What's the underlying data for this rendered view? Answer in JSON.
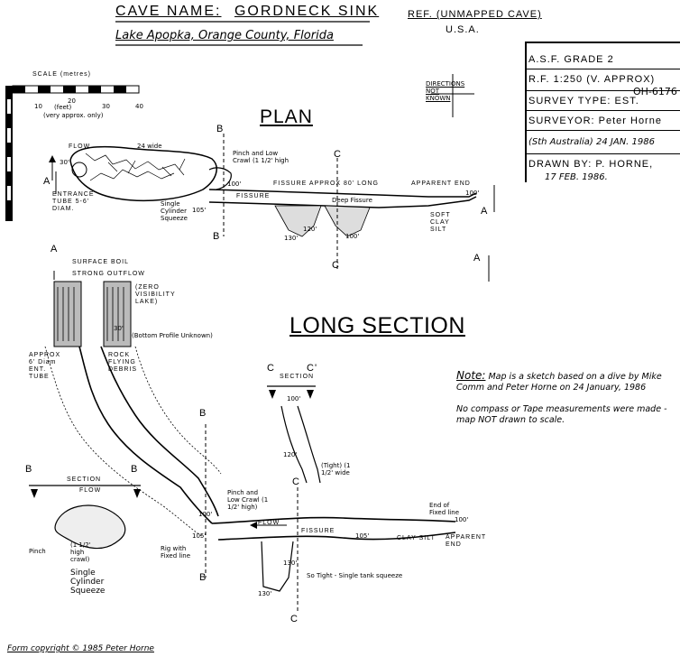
{
  "header": {
    "cave_name_label": "CAVE NAME:",
    "cave_name": "GORDNECK SINK",
    "location": "Lake Apopka, Orange County, Florida",
    "ref": "REF. (UNMAPPED CAVE)",
    "country": "U.S.A."
  },
  "info": {
    "asf_grade": "A.S.F. GRADE 2",
    "rf": "R.F. 1:250 (V. APPROX)",
    "code": "OH-6176",
    "survey_type": "SURVEY TYPE: EST.",
    "surveyor": "SURVEYOR: Peter Horne",
    "surveyor_region": "(Sth Australia) 24 JAN. 1986",
    "drawn_by": "DRAWN BY: P. HORNE,",
    "drawn_date": "17 FEB. 1986."
  },
  "scale": {
    "label": "SCALE (metres)",
    "feet": "(feet)",
    "approx": "(very approx. only)",
    "ticks": [
      "10",
      "20",
      "30",
      "40"
    ]
  },
  "directions": "DIRECTIONS NOT KNOWN",
  "plan": {
    "title": "PLAN",
    "flow": "FLOW",
    "width": "24 wide",
    "entrance": "ENTRANCE TUBE 5-6' DIAM.",
    "pinch": "Pinch and Low Crawl (1 1/2' high",
    "fissure": "FISSURE APPROX 80' LONG",
    "apparent_end": "APPARENT END",
    "single_cyl": "Single Cylinder Squeeze",
    "fissure2": "FISSURE",
    "deep": "Deep Fissure",
    "soft_clay": "SOFT CLAY SILT",
    "depths": [
      "30'",
      "100'",
      "105'",
      "100'",
      "130'",
      "120'",
      "100'"
    ],
    "markers": [
      "A",
      "B",
      "C",
      "A",
      "B",
      "C",
      "A"
    ]
  },
  "long": {
    "title": "LONG SECTION",
    "surface_boil": "SURFACE BOIL",
    "strong_outflow": "STRONG OUTFLOW",
    "zero_vis": "(ZERO VISIBILITY LAKE)",
    "bottom": "(Bottom Profile Unknown)",
    "approx_ent": "APPROX 6' Diam ENT. TUBE",
    "rocks": "ROCK FLYING DEBRIS",
    "section_bb": "SECTION",
    "flow_bb": "FLOW",
    "pinch_bb": "Pinch",
    "high_crawl": "(1 1/2' high crawl)",
    "single_cyl": "Single Cylinder Squeeze",
    "pinch_low": "Pinch and Low Crawl (1 1/2' high)",
    "rig_line": "Rig with Fixed line",
    "flow2": "FLOW",
    "fissure": "FISSURE",
    "end_fixed": "End of Fixed line",
    "clay_silt": "CLAY SILT",
    "apparent_end": "APPARENT END",
    "so_tight": "So Tight - Single tank squeeze",
    "tight": "(Tight) (1 1/2' wide",
    "section_cc": "SECTION",
    "depths": [
      "30'",
      "100'",
      "105'",
      "130'",
      "100'",
      "100'",
      "105'",
      "130'",
      "120'"
    ],
    "markers": [
      "A",
      "B",
      "B",
      "B",
      "B",
      "C",
      "C'",
      "C",
      "C"
    ]
  },
  "note": {
    "label": "Note:",
    "line1": "Map is a sketch based on a dive by Mike Comm and Peter Horne on 24 January, 1986",
    "line2": "No compass or Tape measurements were made - map NOT drawn to scale."
  },
  "copyright": "Form copyright © 1985 Peter Horne"
}
